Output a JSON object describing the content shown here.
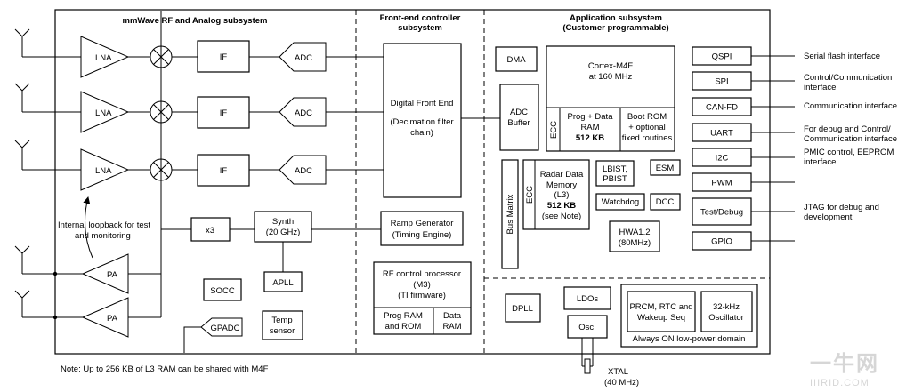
{
  "sections": {
    "rf": "mmWave RF and Analog subsystem",
    "frontend": [
      "Front-end controller",
      "subsystem"
    ],
    "app": [
      "Application subsystem",
      "(Customer programmable)"
    ]
  },
  "rf": {
    "lna": "LNA",
    "if": "IF",
    "adc": "ADC",
    "pa": "PA",
    "x3": "x3",
    "synth": [
      "Synth",
      "(20 GHz)"
    ],
    "apll": "APLL",
    "socc": "SOCC",
    "gpadc": "GPADC",
    "temp": [
      "Temp",
      "sensor"
    ],
    "loopback": [
      "Internal loopback for test",
      "and monitoring"
    ]
  },
  "frontend": {
    "dfe": [
      "Digital Front End",
      "(Decimation filter",
      "chain)"
    ],
    "ramp": [
      "Ramp Generator",
      "(Timing Engine)"
    ],
    "rfproc": [
      "RF control  processor",
      "(M3)",
      "(TI firmware)"
    ],
    "prog_ram_rom": [
      "Prog RAM",
      "and ROM"
    ],
    "data_ram": [
      "Data",
      "RAM"
    ]
  },
  "app": {
    "dma": "DMA",
    "cortex": [
      "Cortex-M4F",
      "at 160 MHz"
    ],
    "ecc": "ECC",
    "prog_data_ram": [
      "Prog + Data",
      "RAM"
    ],
    "prog_size": "512 KB",
    "boot_rom": [
      "Boot ROM",
      "+ optional",
      "fixed routines"
    ],
    "adc_buffer": [
      "ADC",
      "Buffer"
    ],
    "bus_matrix": "Bus Matrix",
    "radar_mem": [
      "Radar Data",
      "Memory",
      "(L3)"
    ],
    "radar_size": "512 KB",
    "radar_note": "(see Note)",
    "lbist": [
      "LBIST,",
      "PBIST"
    ],
    "esm": "ESM",
    "watchdog": "Watchdog",
    "dcc": "DCC",
    "hwa": [
      "HWA1.2",
      "(80MHz)"
    ],
    "dpll": "DPLL",
    "ldos": "LDOs",
    "osc": "Osc.",
    "prcm": [
      "PRCM, RTC and",
      "Wakeup Seq"
    ],
    "khz": [
      "32-kHz",
      "Oscillator"
    ],
    "always_on": "Always ON low-power domain",
    "xtal": [
      "XTAL",
      "(40 MHz)"
    ]
  },
  "interfaces": [
    {
      "name": "QSPI",
      "desc": [
        "Serial flash interface"
      ]
    },
    {
      "name": "SPI",
      "desc": [
        "Control/Communication",
        "interface"
      ]
    },
    {
      "name": "CAN-FD",
      "desc": [
        "Communication interface"
      ]
    },
    {
      "name": "UART",
      "desc": [
        "For debug and Control/",
        "Communication interface"
      ]
    },
    {
      "name": "I2C",
      "desc": [
        "PMIC control, EEPROM",
        "interface"
      ]
    },
    {
      "name": "PWM",
      "desc": []
    },
    {
      "name": "Test/Debug",
      "desc": [
        "JTAG for debug and",
        "development"
      ]
    },
    {
      "name": "GPIO",
      "desc": []
    }
  ],
  "note": "Note: Up to 256 KB of L3 RAM can be shared with M4F",
  "watermark": {
    "main": "一牛网",
    "sub": "IIIRID.COM"
  }
}
